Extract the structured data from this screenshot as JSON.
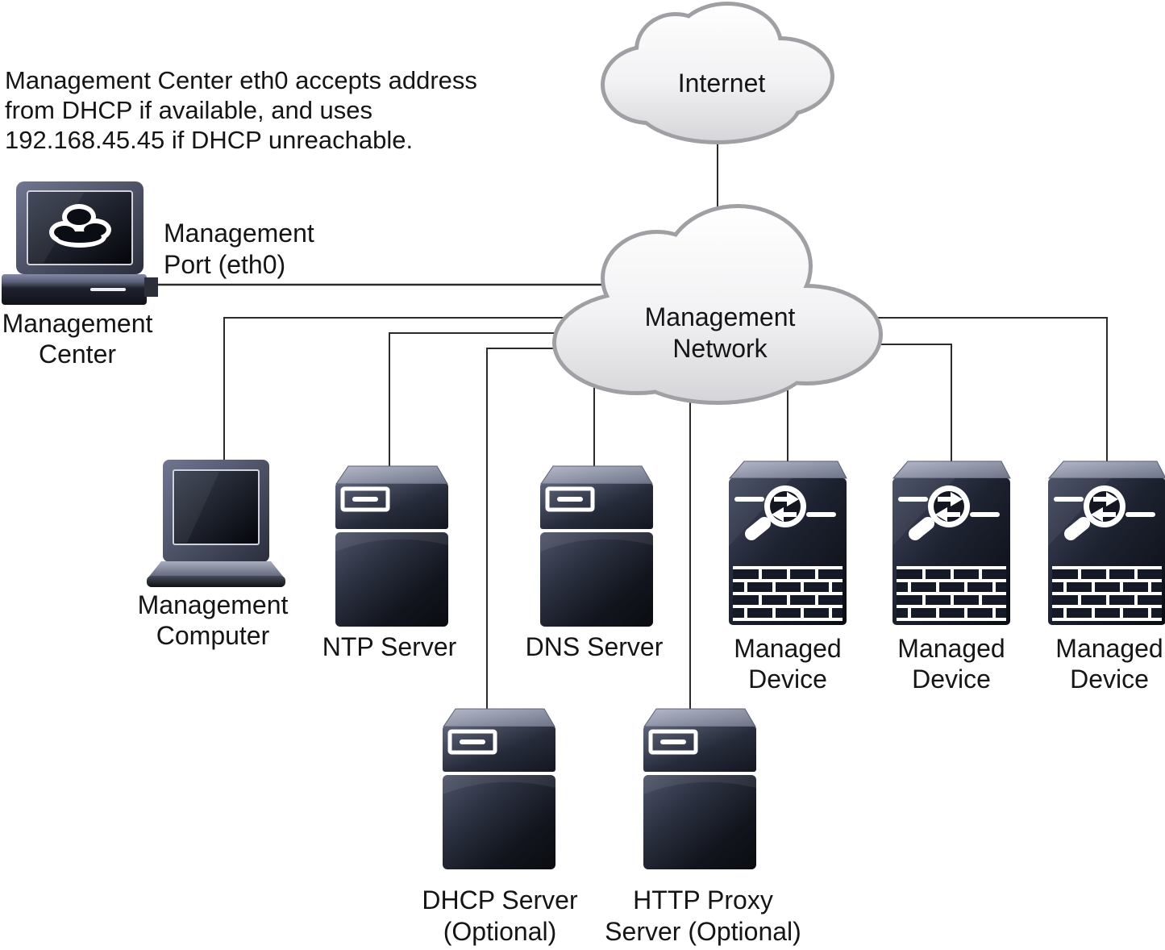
{
  "annotation": {
    "line1": "Management Center eth0 accepts address",
    "line2": "from DHCP if available, and uses",
    "line3": "192.168.45.45 if DHCP unreachable."
  },
  "clouds": {
    "internet": {
      "label": "Internet"
    },
    "management_network": {
      "line1": "Management",
      "line2": "Network"
    }
  },
  "labels": {
    "management_port": {
      "line1": "Management",
      "line2": "Port (eth0)"
    },
    "management_center": {
      "line1": "Management",
      "line2": "Center"
    },
    "management_computer": {
      "line1": "Management",
      "line2": "Computer"
    },
    "ntp_server": "NTP Server",
    "dns_server": "DNS Server",
    "managed_device_1": {
      "line1": "Managed",
      "line2": "Device"
    },
    "managed_device_2": {
      "line1": "Managed",
      "line2": "Device"
    },
    "managed_device_3": {
      "line1": "Managed",
      "line2": "Device"
    },
    "dhcp_server": {
      "line1": "DHCP Server",
      "line2": "(Optional)"
    },
    "http_proxy_server": {
      "line1": "HTTP Proxy",
      "line2": "Server (Optional)"
    }
  },
  "icons": {
    "internet": "cloud-icon",
    "management_network": "cloud-icon",
    "management_center": "desktop-with-cloud-icon",
    "management_computer": "laptop-icon",
    "ntp_server": "server-tower-icon",
    "dns_server": "server-tower-icon",
    "dhcp_server": "server-tower-icon",
    "http_proxy_server": "server-tower-icon",
    "managed_device": "firewall-inspection-icon"
  },
  "colors": {
    "background": "#ffffff",
    "cloud_fill_top": "#ffffff",
    "cloud_fill_bottom": "#d4d4d8",
    "cloud_border": "#a0a0a4",
    "device_slate": "#4e5568",
    "device_dark": "#0b0d12",
    "device_top_face": "#8a90a5",
    "glyph_white": "#ffffff",
    "connector_line": "#2b2b2b",
    "text": "#151515"
  }
}
